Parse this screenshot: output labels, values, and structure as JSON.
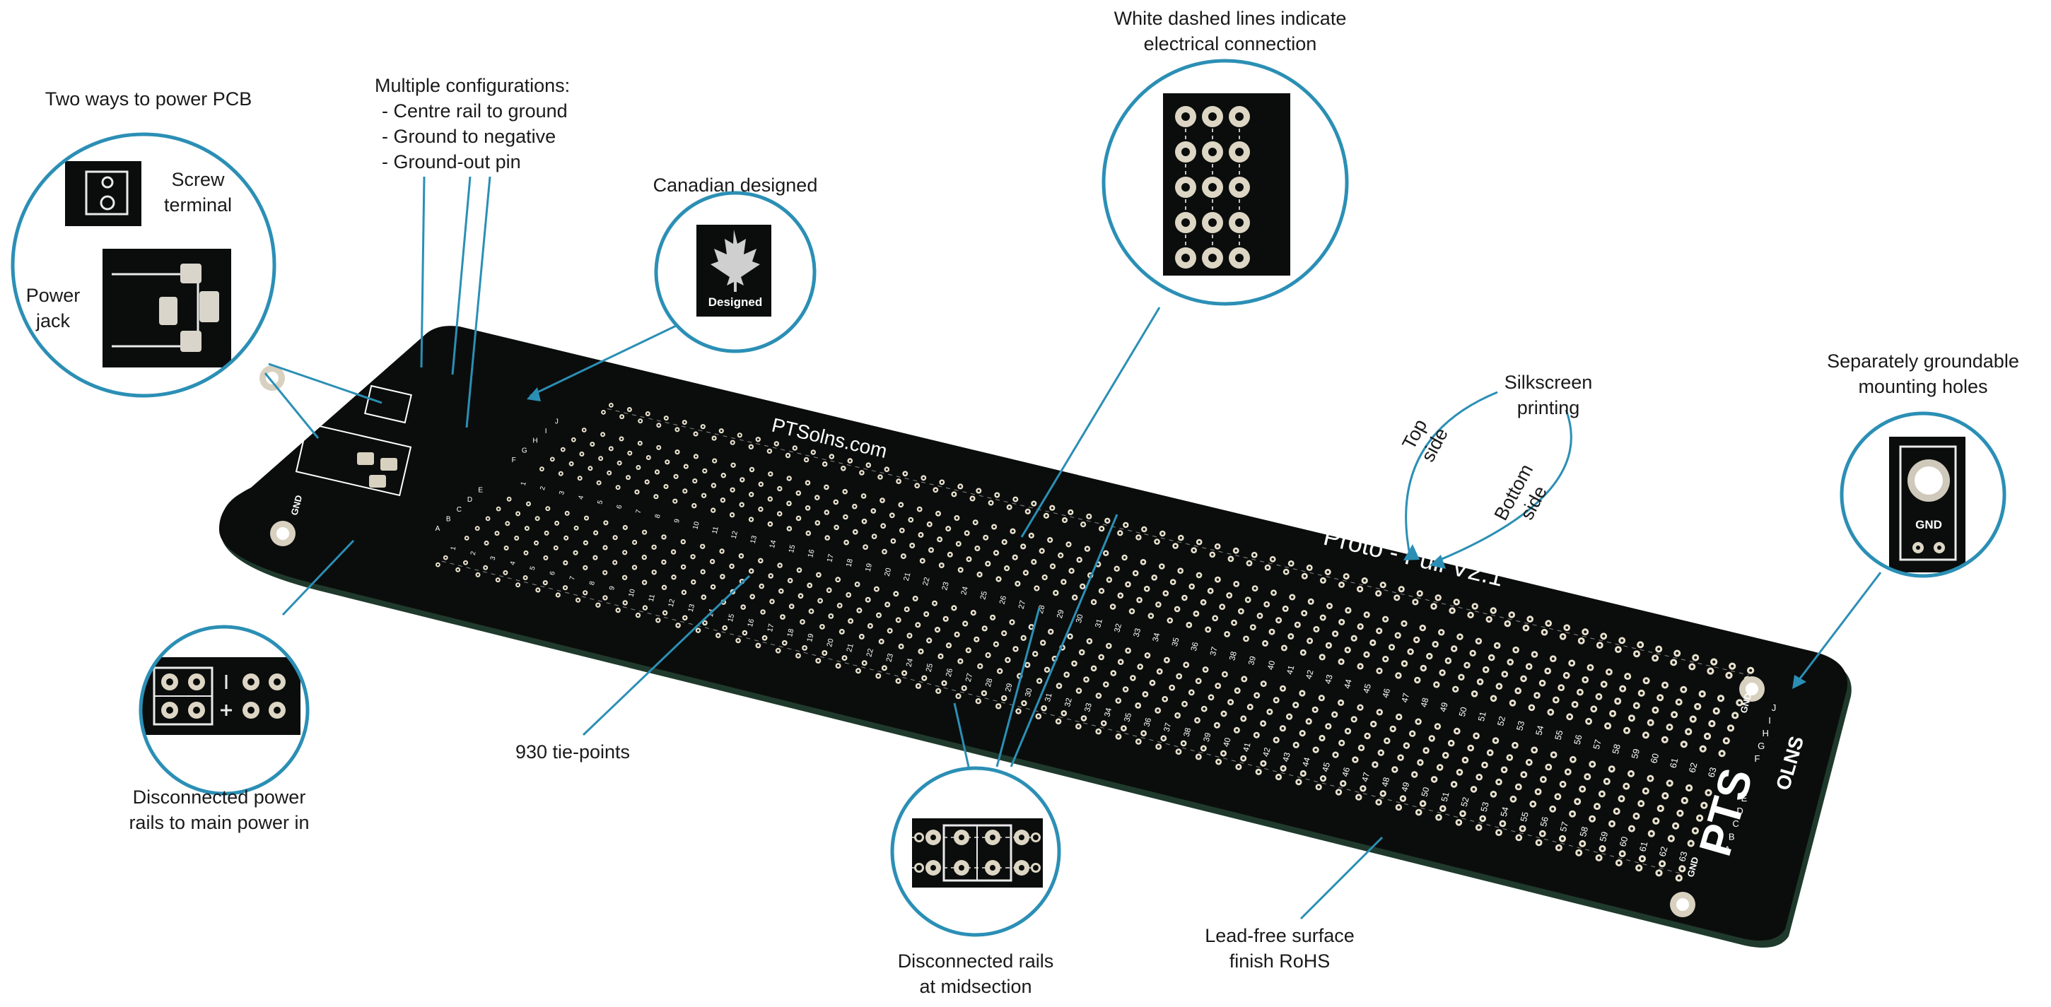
{
  "callouts": {
    "dashed_lines": {
      "line1": "White dashed lines indicate",
      "line2": "electrical connection"
    },
    "power_pcb": {
      "title": "Two ways to power PCB",
      "screw_terminal": "Screw\nterminal",
      "power_jack": "Power\njack"
    },
    "configurations": {
      "title": "Multiple configurations:",
      "items": [
        "- Centre rail to ground",
        "- Ground to negative",
        "- Ground-out pin"
      ]
    },
    "canadian": {
      "title": "Canadian designed",
      "badge_text": "Designed"
    },
    "silkscreen": {
      "title": "Silkscreen\nprinting",
      "top": "Top\nside",
      "bottom": "Bottom\nside"
    },
    "mounting": {
      "line1": "Separately groundable",
      "line2": "mounting holes",
      "pad_label": "GND"
    },
    "tie_points": {
      "title": "930 tie-points"
    },
    "disconnected_power": {
      "line1": "Disconnected power",
      "line2": "rails to main power in"
    },
    "disconnected_mid": {
      "line1": "Disconnected rails",
      "line2": "at midsection"
    },
    "lead_free": {
      "line1": "Lead-free surface",
      "line2": "finish RoHS"
    }
  },
  "board": {
    "site": "PTSolns.com",
    "model": "Proto - Full V2.1",
    "logo_main": "PTS",
    "logo_sub": "OLNS",
    "gnd": "GND",
    "row_letters": [
      "J",
      "I",
      "H",
      "G",
      "F",
      "E",
      "D",
      "C",
      "B",
      "A"
    ],
    "row_letters_left": [
      "A",
      "B",
      "C",
      "D",
      "E",
      "F",
      "G",
      "H",
      "I",
      "J"
    ],
    "columns": 63
  },
  "colors": {
    "accent": "#2b8fb5",
    "board": "#0b0d0c",
    "board_edge": "#1f3a2c",
    "pad": "#e9e2cf",
    "silk": "#ffffff"
  }
}
